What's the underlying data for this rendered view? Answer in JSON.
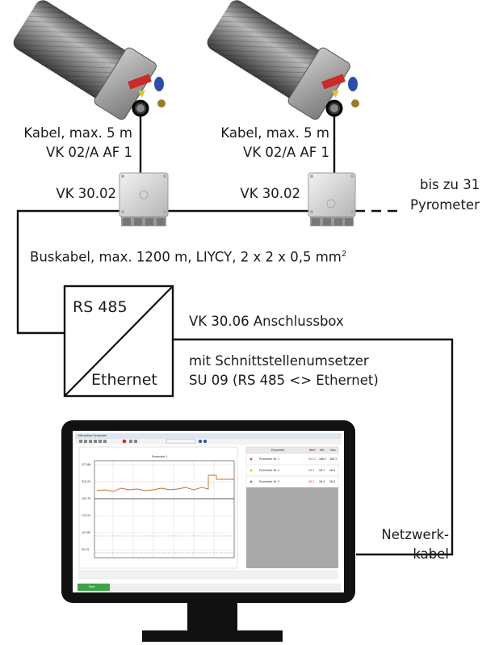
{
  "labels": {
    "cable_left_1": "Kabel, max. 5 m",
    "cable_left_2": "VK 02/A AF 1",
    "cable_right_1": "Kabel, max. 5 m",
    "cable_right_2": "VK 02/A AF 1",
    "box_left": "VK 30.02",
    "box_right": "VK 30.02",
    "more_1": "bis zu 31",
    "more_2": "Pyrometer",
    "bus_cable": "Buskabel, max. 1200 m, LIYCY, 2 x 2 x 0,5 mm",
    "bus_cable_sup": "2",
    "converter_top": "RS 485",
    "converter_bottom": "Ethernet",
    "anschlussbox": "VK 30.06 Anschlussbox",
    "converter_desc_1": "mit Schnittstellenumsetzer",
    "converter_desc_2": "SU 09 (RS 485 <> Ethernet)",
    "network_1": "Netzwerk-",
    "network_2": "kabel"
  },
  "screen": {
    "window_title": "Mikrodirect Pyrometer",
    "chart_title": "Pyrometer 1",
    "y_ticks": [
      "377.88",
      "310.25",
      "242.75",
      "175.25",
      "107.85",
      "40.25"
    ],
    "table_headers": [
      "Pyrometer",
      "Wert",
      "Min",
      "Max"
    ],
    "table_rows": [
      {
        "name": "Pyrometer Nr. 1",
        "value": "302.0",
        "min": "268.5",
        "max": "306.3"
      },
      {
        "name": "Pyrometer Nr. 2",
        "value": "28.3",
        "min": "28.1",
        "max": "28.4"
      },
      {
        "name": "Pyrometer Nr. 3",
        "value": "28.5",
        "min": "28.4",
        "max": "28.6"
      }
    ],
    "status_button": "Start"
  },
  "colors": {
    "line": "#111111",
    "device_body": "#7d7d7d",
    "box_body": "#d9d9d9",
    "screen_bezel": "#111111",
    "status_green": "#3aa645",
    "accent_red": "#cc2a2a",
    "accent_blue": "#2b4fa8"
  }
}
